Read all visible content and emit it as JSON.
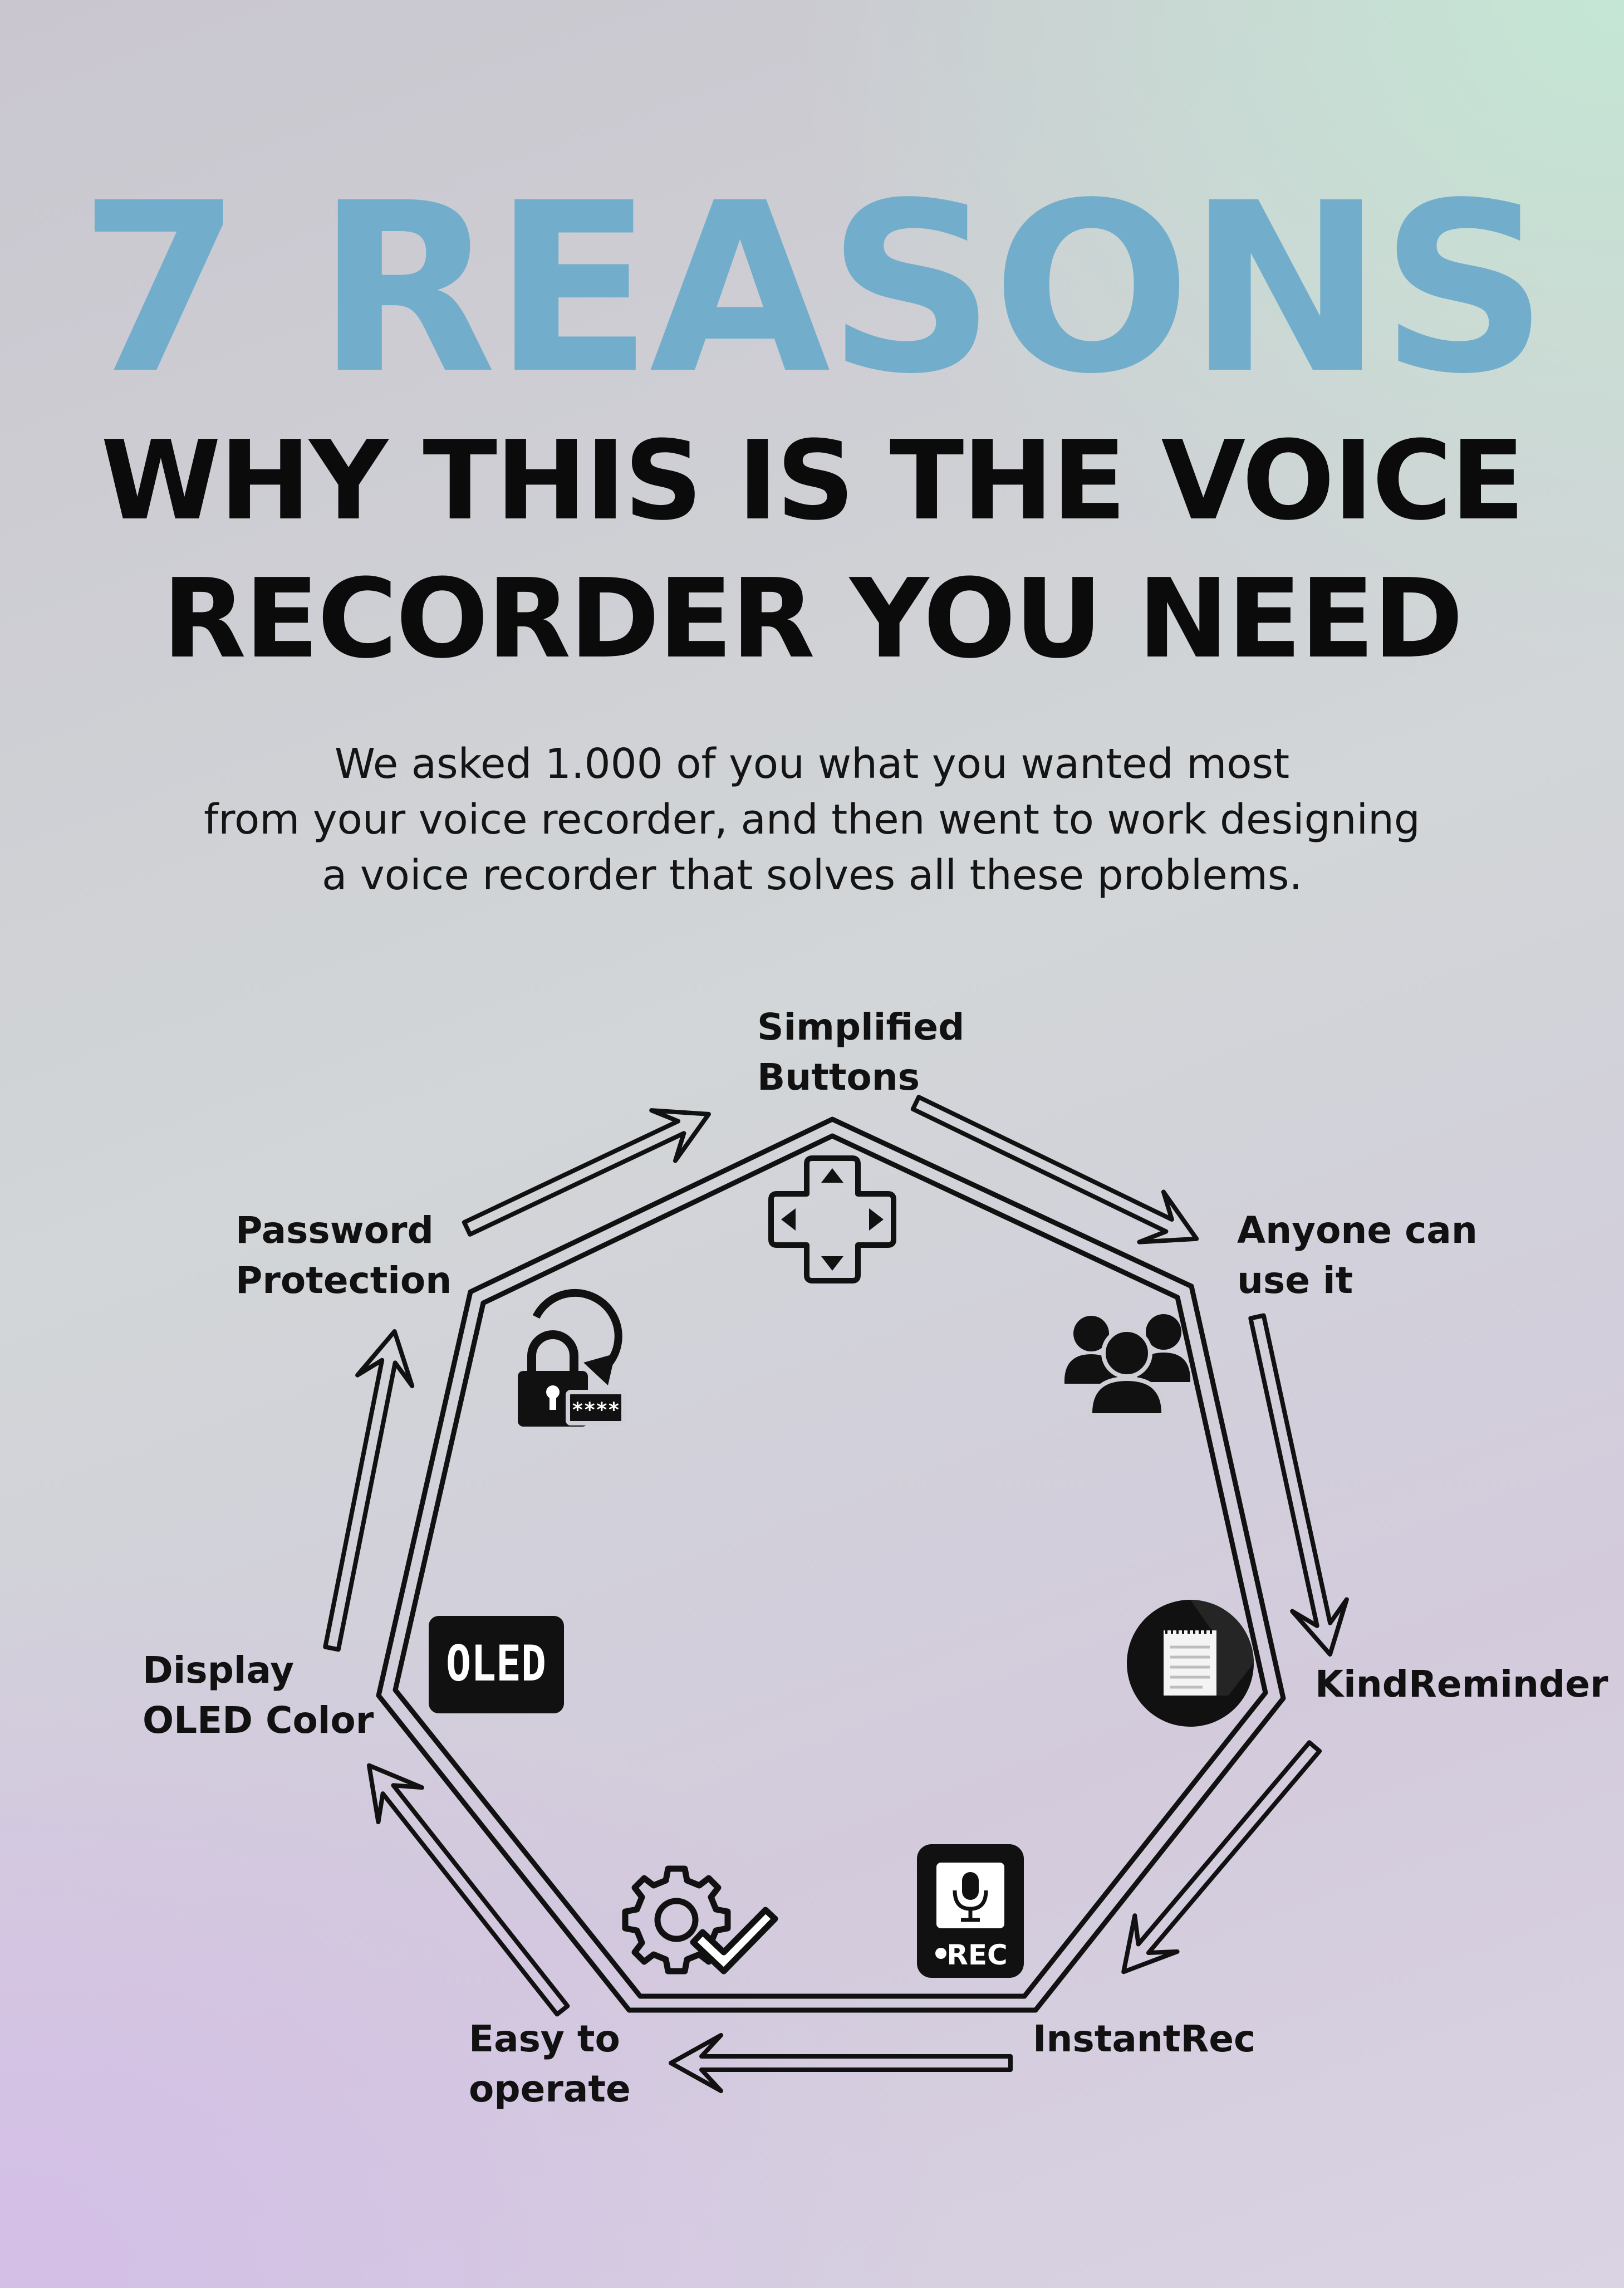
{
  "header": {
    "title": "7 REASONS",
    "subtitle_line1": "WHY THIS IS THE VOICE",
    "subtitle_line2": "RECORDER YOU NEED"
  },
  "intro": {
    "line1": "We asked 1.000 of you what you wanted most",
    "line2": "from your voice recorder, and then went to work designing",
    "line3": "a voice recorder that solves all these problems."
  },
  "reasons": [
    {
      "line1": "Simplified",
      "line2": "Buttons",
      "icon": "dpad-icon"
    },
    {
      "line1": "Anyone can",
      "line2": "use it",
      "icon": "users-icon"
    },
    {
      "line1": "KindReminder",
      "line2": "",
      "icon": "notepad-icon"
    },
    {
      "line1": "InstantRec",
      "line2": "",
      "icon": "rec-microphone-icon"
    },
    {
      "line1": "Easy to",
      "line2": "operate",
      "icon": "gear-check-icon"
    },
    {
      "line1": "Display",
      "line2": "OLED Color",
      "icon": "oled-display-icon"
    },
    {
      "line1": "Password",
      "line2": "Protection",
      "icon": "lock-password-icon"
    }
  ],
  "icons": {
    "oled_text": "OLED",
    "rec_text": "REC",
    "password_mask": "****"
  },
  "colors": {
    "title": "#72aecb",
    "text": "#0b0b0b",
    "stroke": "#111111"
  }
}
